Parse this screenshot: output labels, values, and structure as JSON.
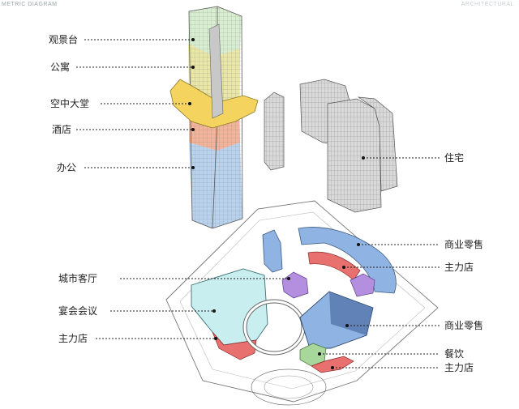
{
  "header": {
    "left_caption": "METRIC DIAGRAM",
    "right_caption": "ARCHITECTURAL"
  },
  "labels": {
    "observation_deck": "观景台",
    "apartment": "公寓",
    "sky_lobby": "空中大堂",
    "hotel": "酒店",
    "office": "办公",
    "residential": "住宅",
    "retail_top": "商业零售",
    "anchor_top": "主力店",
    "city_lounge": "城市客厅",
    "banquet": "宴会会议",
    "anchor_left": "主力店",
    "retail_right": "商业零售",
    "dining": "餐饮",
    "anchor_bottom": "主力店"
  },
  "colors": {
    "observation": "#d8eed0",
    "apartment": "#e9e6a8",
    "lobby": "#f4d35e",
    "hotel": "#f2b49a",
    "office": "#b9d3ee",
    "retail": "#8fb4e3",
    "anchor": "#e8706e",
    "lounge": "#b48fe0",
    "banquet": "#c9eef0",
    "dining": "#a7d79a",
    "building_gray": "#d9d9d9"
  }
}
